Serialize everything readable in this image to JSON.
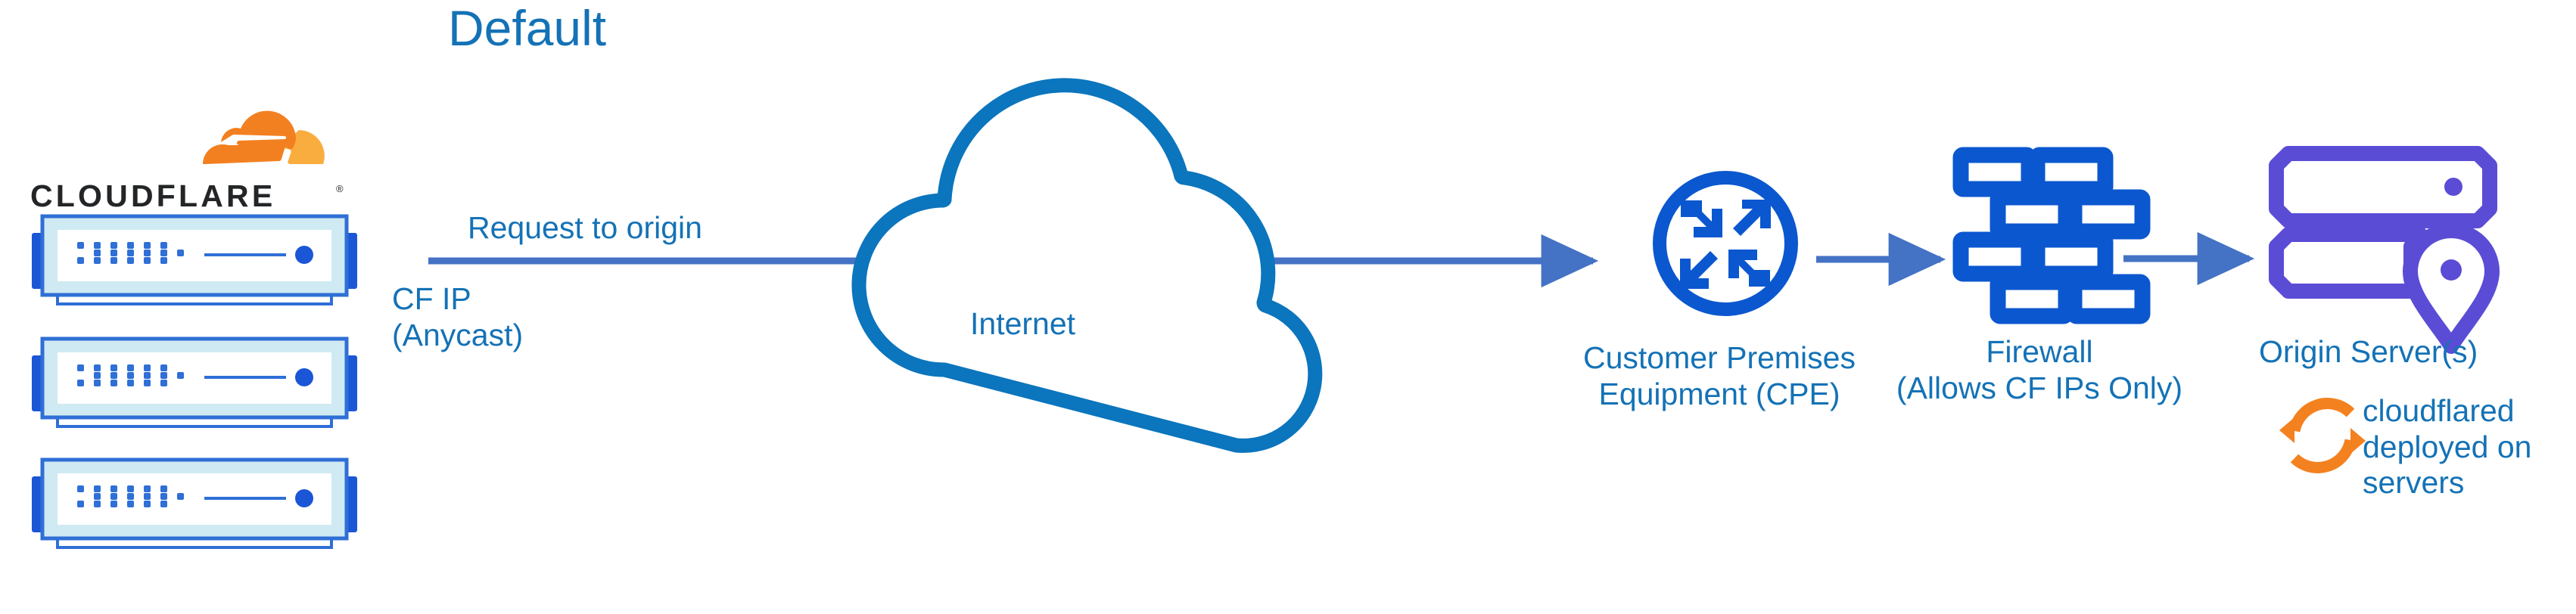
{
  "diagram": {
    "title": "Default",
    "title_color": "#1472b6",
    "background": "#ffffff"
  },
  "palette": {
    "text_blue": "#1472b6",
    "icon_blue": "#0b57cf",
    "arrow_blue": "#4472c4",
    "cloud_blue": "#0b75bd",
    "server_blue": "#1a56d6",
    "server_bezel": "#cfeaf2",
    "origin_purple": "#5b4cd6",
    "cf_orange_dark": "#f38020",
    "cf_orange_light": "#faad3f",
    "wordmark_black": "#232527"
  },
  "brand": {
    "name": "CLOUDFLARE",
    "registered_mark": "®",
    "logo_icon": "cloudflare-cloud-logo"
  },
  "nodes": [
    {
      "id": "cf-edge",
      "icon": "server-rack-icon",
      "count": 3,
      "label": "CF IP\n(Anycast)"
    },
    {
      "id": "internet",
      "icon": "cloud-icon",
      "label": "Internet"
    },
    {
      "id": "cpe",
      "icon": "router-icon",
      "label": "Customer Premises\nEquipment (CPE)"
    },
    {
      "id": "firewall",
      "icon": "brick-wall-icon",
      "label": "Firewall\n(Allows CF IPs Only)"
    },
    {
      "id": "origin",
      "icon": "server-pin-icon",
      "label": "Origin Server(s)"
    }
  ],
  "labels": {
    "request_to_origin": "Request to origin",
    "cf_ip": "CF IP\n(Anycast)",
    "internet": "Internet",
    "cpe": "Customer Premises\nEquipment (CPE)",
    "firewall": "Firewall\n(Allows CF IPs Only)",
    "origin_server": "Origin Server(s)",
    "cloudflared": "cloudflared\ndeployed on\nservers"
  },
  "annotations": [
    {
      "icon": "sync-arrows-icon",
      "icon_color": "#f48120",
      "text": "cloudflared\ndeployed on\nservers"
    }
  ],
  "flows": [
    {
      "from": "cf-edge",
      "to": "cpe",
      "label": "Request to origin",
      "style": "solid-arrow"
    },
    {
      "from": "cpe",
      "to": "firewall",
      "label": "",
      "style": "solid-arrow"
    },
    {
      "from": "firewall",
      "to": "origin",
      "label": "",
      "style": "solid-arrow"
    }
  ]
}
